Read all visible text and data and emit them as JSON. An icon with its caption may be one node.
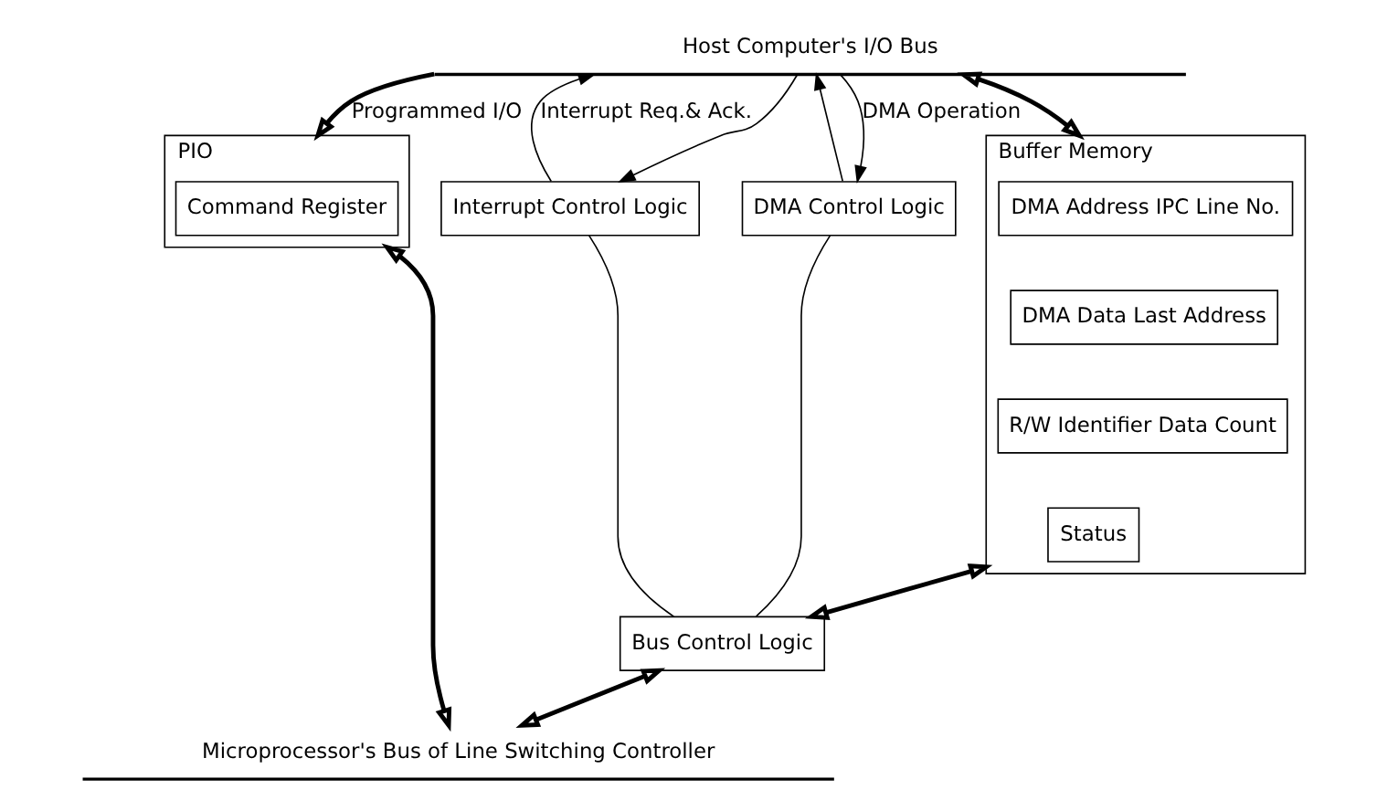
{
  "diagram": {
    "nodes": [
      {
        "text": [
          "Host Computer's I/O Bus"
        ]
      },
      {
        "text": [
          "PIO"
        ]
      },
      {
        "text": [
          "Command Register"
        ],
        "in": 1
      },
      {
        "text": [
          "Interrupt Control Logic"
        ]
      },
      {
        "text": [
          "Buffer Memory"
        ]
      },
      {
        "text": [
          "DMA Address IPC Line No."
        ],
        "in": 4
      },
      {
        "text": [
          "DMA Data Last Address"
        ],
        "in": 4
      },
      {
        "text": [
          "R/W Identifier Data Count"
        ],
        "in": 4
      },
      {
        "text": [
          "Status"
        ],
        "in": 4
      },
      {
        "text": [
          "DMA Control Logic"
        ]
      },
      {
        "text": [
          "Bus Control Logic"
        ]
      },
      {
        "text": [
          "Microprocessor's Bus of Line Switching Controller"
        ]
      }
    ],
    "edges": [
      {
        "from": 0,
        "to": 1,
        "arrow": "to",
        "label": "Programmed I/O",
        "style": "thick"
      },
      {
        "from": 1,
        "to": 11,
        "arrow": "both",
        "style": "thick"
      },
      {
        "from": 3,
        "to": 0,
        "arrow": "to",
        "label": "Interrupt Req.& Ack."
      },
      {
        "from": 0,
        "to": 3,
        "arrow": "to"
      },
      {
        "from": 0,
        "to": 4,
        "arrow": "both",
        "style": "thick"
      },
      {
        "from": 9,
        "to": 0,
        "arrow": "to"
      },
      {
        "from": 0,
        "to": 9,
        "arrow": "to",
        "label": "DMA Operation"
      },
      {
        "from": 3,
        "to": 10,
        "arrow": "none"
      },
      {
        "from": 4,
        "to": 10,
        "arrow": "both",
        "style": "thick"
      },
      {
        "from": 9,
        "to": 10,
        "arrow": "none"
      },
      {
        "from": 10,
        "to": 11,
        "arrow": "both",
        "style": "thick"
      }
    ]
  }
}
